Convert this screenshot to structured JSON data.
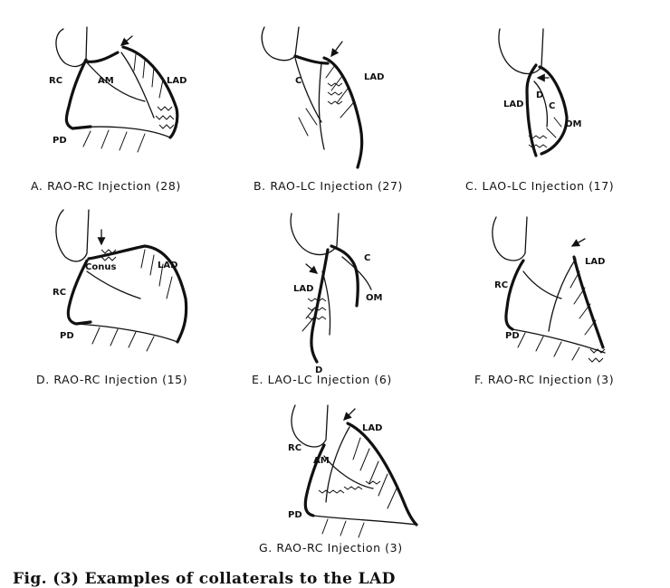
{
  "panels": [
    {
      "id": "A",
      "label": "A.  RAO-RC  Injection  (28)",
      "annotations": [
        "RC",
        "AM",
        "LAD",
        "PD"
      ]
    },
    {
      "id": "B",
      "label": "B.  RAO-LC  Injection  (27)",
      "annotations": [
        "C",
        "LAD"
      ]
    },
    {
      "id": "C",
      "label": "C.  LAO-LC  Injection  (17)",
      "annotations": [
        "LAD",
        "D",
        "C",
        "OM"
      ]
    },
    {
      "id": "D",
      "label": "D.  RAO-RC  Injection  (15)",
      "annotations": [
        "Conus",
        "LAD",
        "RC",
        "PD"
      ]
    },
    {
      "id": "E",
      "label": "E.  LAO-LC  Injection  (6)",
      "annotations": [
        "C",
        "LAD",
        "OM",
        "D"
      ]
    },
    {
      "id": "F",
      "label": "F.  RAO-RC  Injection   (3)",
      "annotations": [
        "LAD",
        "RC",
        "PD"
      ]
    },
    {
      "id": "G",
      "label": "G.  RAO-RC  Injection   (3)",
      "annotations": [
        "RC",
        "LAD",
        "AM",
        "PD"
      ]
    }
  ],
  "caption": "Fig. (3)  Examples of collaterals to the LAD"
}
